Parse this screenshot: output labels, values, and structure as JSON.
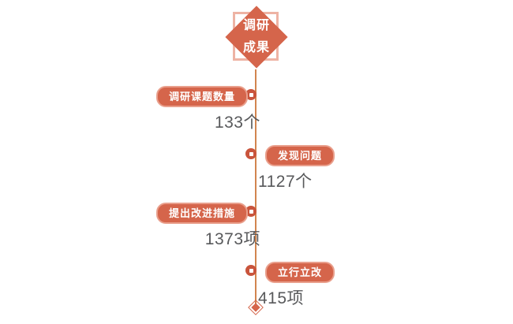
{
  "header": {
    "title": "调研\n成果",
    "title_lines": [
      "调研",
      "成果"
    ],
    "shape": "diamond"
  },
  "colors": {
    "accent": "#d5654b",
    "accent_dark": "#c9543c",
    "accent_light": "#e99f8c",
    "square_outline": "#eeb3a4",
    "spine": "#d2854f",
    "value_text": "#58595b",
    "background": "#ffffff",
    "label_text": "#ffffff"
  },
  "timeline": {
    "items": [
      {
        "label": "调研课题数量",
        "value": "133个",
        "number": 133,
        "unit": "个",
        "side": "left",
        "marker": "dot-marker"
      },
      {
        "label": "发现问题",
        "value": "1127个",
        "number": 1127,
        "unit": "个",
        "side": "right",
        "marker": "dot-marker"
      },
      {
        "label": "提出改进措施",
        "value": "1373项",
        "number": 1373,
        "unit": "项",
        "side": "left",
        "marker": "dot-marker"
      },
      {
        "label": "立行立改",
        "value": "415项",
        "number": 415,
        "unit": "项",
        "side": "right",
        "marker": "dot-marker"
      }
    ]
  }
}
